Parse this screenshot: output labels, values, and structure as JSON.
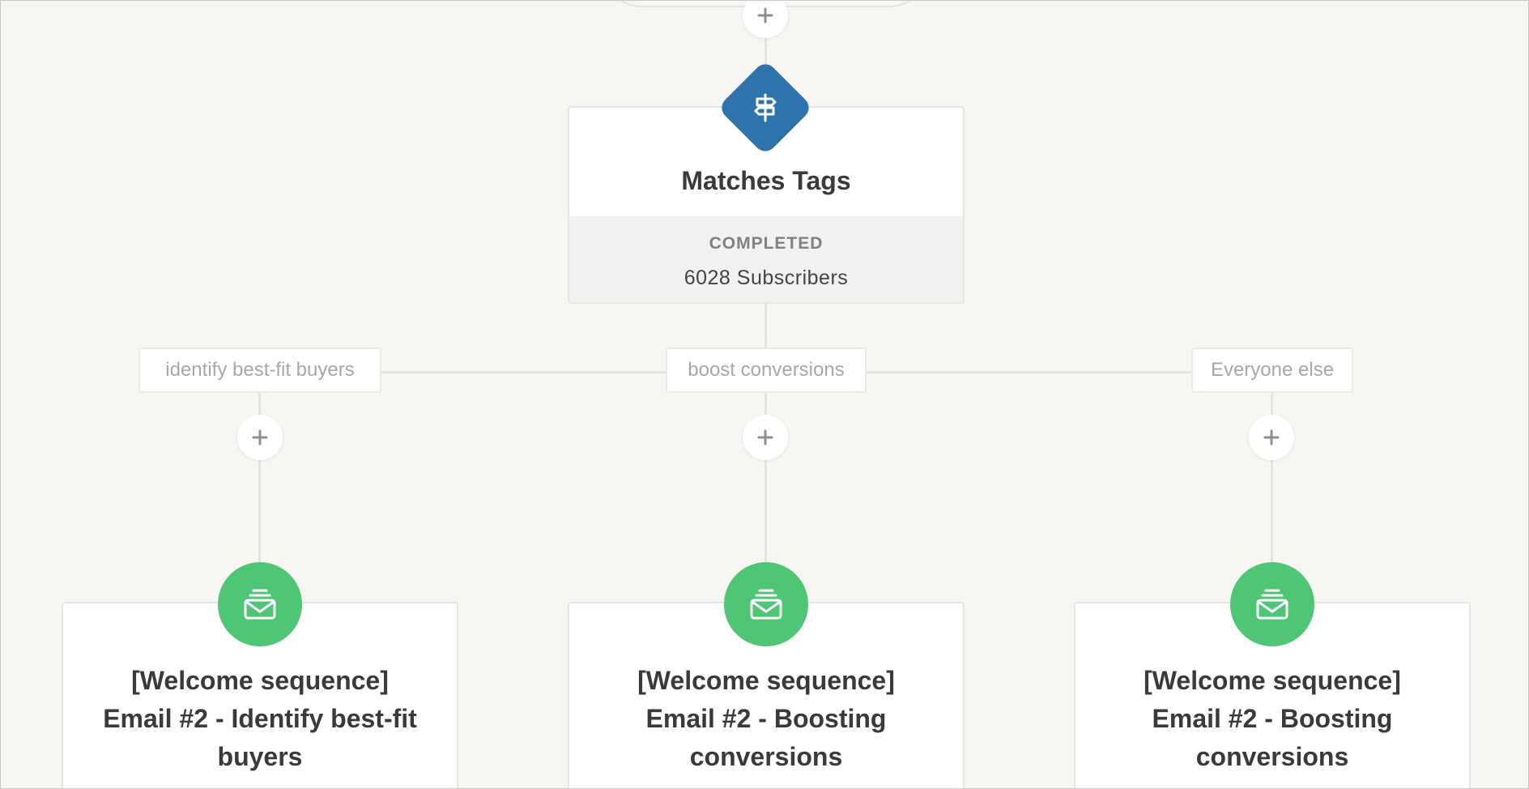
{
  "condition": {
    "title": "Matches Tags",
    "status": "COMPLETED",
    "subscribers": "6028 Subscribers",
    "icon": "signpost-icon",
    "color": "#2f73ad"
  },
  "branches": [
    {
      "label": "identify best-fit buyers",
      "email_title_line1": "[Welcome sequence]",
      "email_title_line2": "Email #2 - Identify best-fit buyers"
    },
    {
      "label": "boost conversions",
      "email_title_line1": "[Welcome sequence]",
      "email_title_line2": "Email #2 - Boosting conversions"
    },
    {
      "label": "Everyone else",
      "email_title_line1": "[Welcome sequence]",
      "email_title_line2": "Email #2 - Boosting conversions"
    }
  ],
  "email_icon": "email-stack-icon",
  "email_color": "#4fc576",
  "add_icon": "plus-icon"
}
